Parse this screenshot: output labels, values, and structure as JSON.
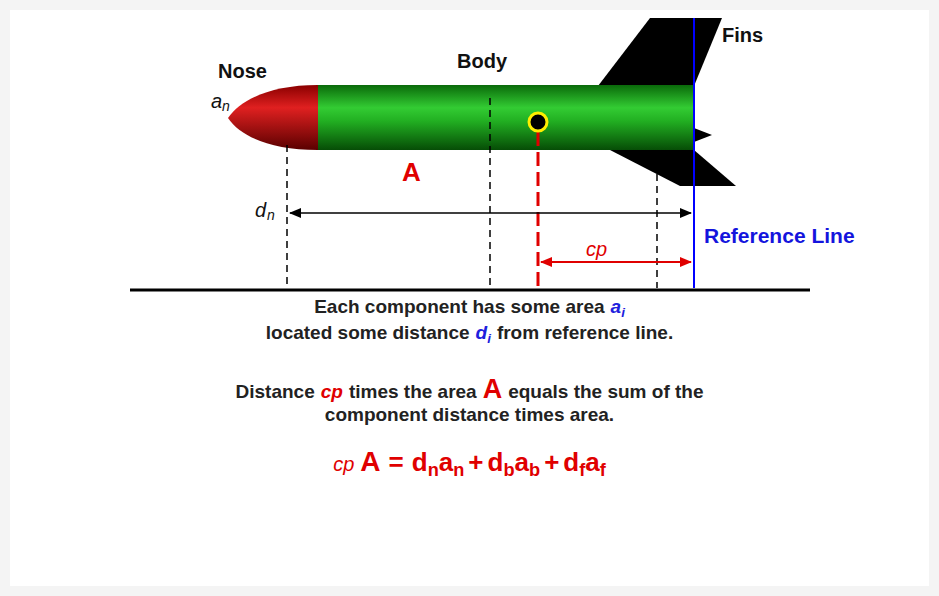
{
  "diagram": {
    "labels": [
      "Nose",
      "Body",
      "Fins",
      "a",
      "n",
      "A",
      "d",
      "n",
      "Reference Line",
      "cp",
      "Each component has some area",
      "a",
      "i",
      "located some distance",
      "d",
      "i",
      "from reference line.",
      "Distance",
      "cp",
      "times the area",
      "A",
      "equals the sum of the",
      "component distance times area.",
      "cp",
      "A",
      "=",
      "d",
      "n",
      "a",
      "n",
      "+",
      "d",
      "b",
      "a",
      "b",
      "+",
      "d",
      "f",
      "a",
      "f"
    ]
  }
}
